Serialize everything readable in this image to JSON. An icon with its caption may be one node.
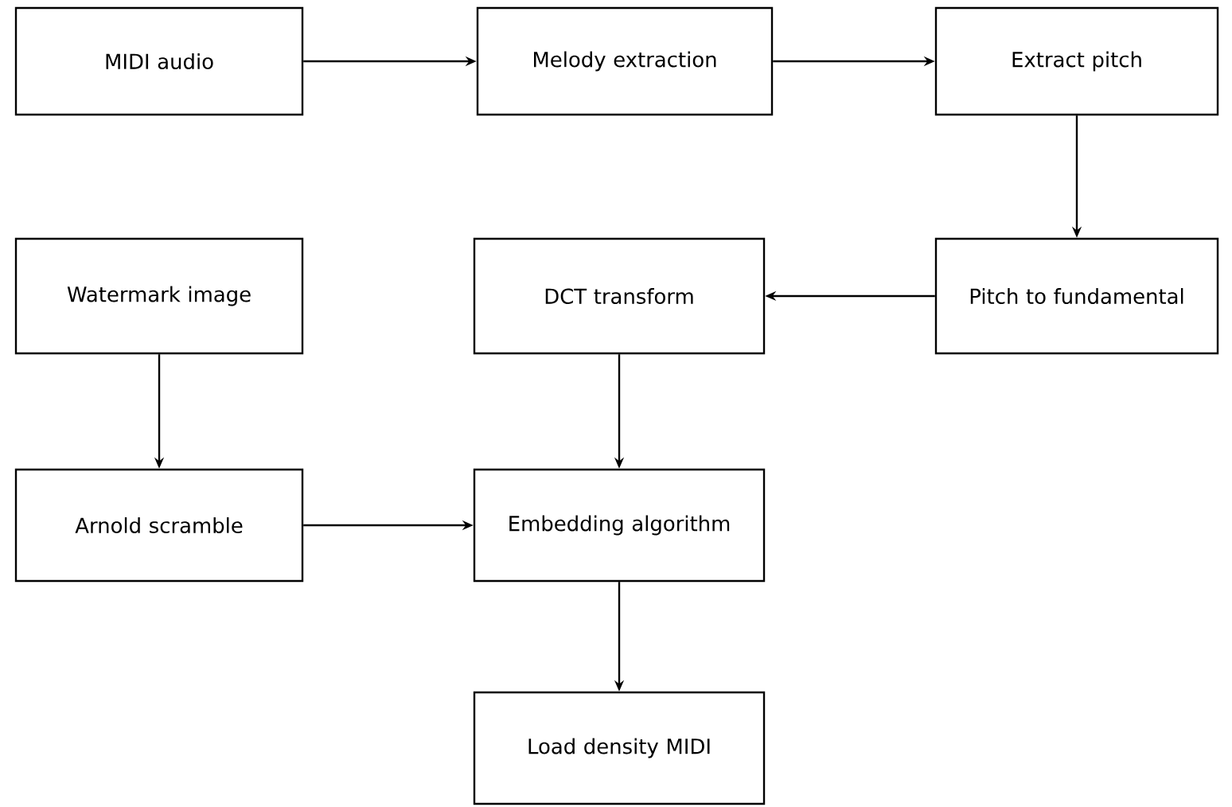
{
  "diagram": {
    "nodes": [
      {
        "text": [
          "MIDI audio"
        ]
      },
      {
        "text": [
          "Melody extraction"
        ]
      },
      {
        "text": [
          "Extract pitch"
        ]
      },
      {
        "text": [
          "Pitch to fundamental"
        ]
      },
      {
        "text": [
          "DCT transform"
        ]
      },
      {
        "text": [
          "Watermark image"
        ]
      },
      {
        "text": [
          "Arnold scramble"
        ]
      },
      {
        "text": [
          "Embedding algorithm"
        ]
      },
      {
        "text": [
          "Load density MIDI"
        ]
      }
    ],
    "edges": [
      {
        "from": 0,
        "to": 1,
        "arrow": "to"
      },
      {
        "from": 1,
        "to": 2,
        "arrow": "to"
      },
      {
        "from": 2,
        "to": 3,
        "arrow": "to"
      },
      {
        "from": 3,
        "to": 4,
        "arrow": "to"
      },
      {
        "from": 5,
        "to": 6,
        "arrow": "to"
      },
      {
        "from": 4,
        "to": 7,
        "arrow": "to"
      },
      {
        "from": 6,
        "to": 7,
        "arrow": "to"
      },
      {
        "from": 7,
        "to": 8,
        "arrow": "to"
      }
    ]
  }
}
